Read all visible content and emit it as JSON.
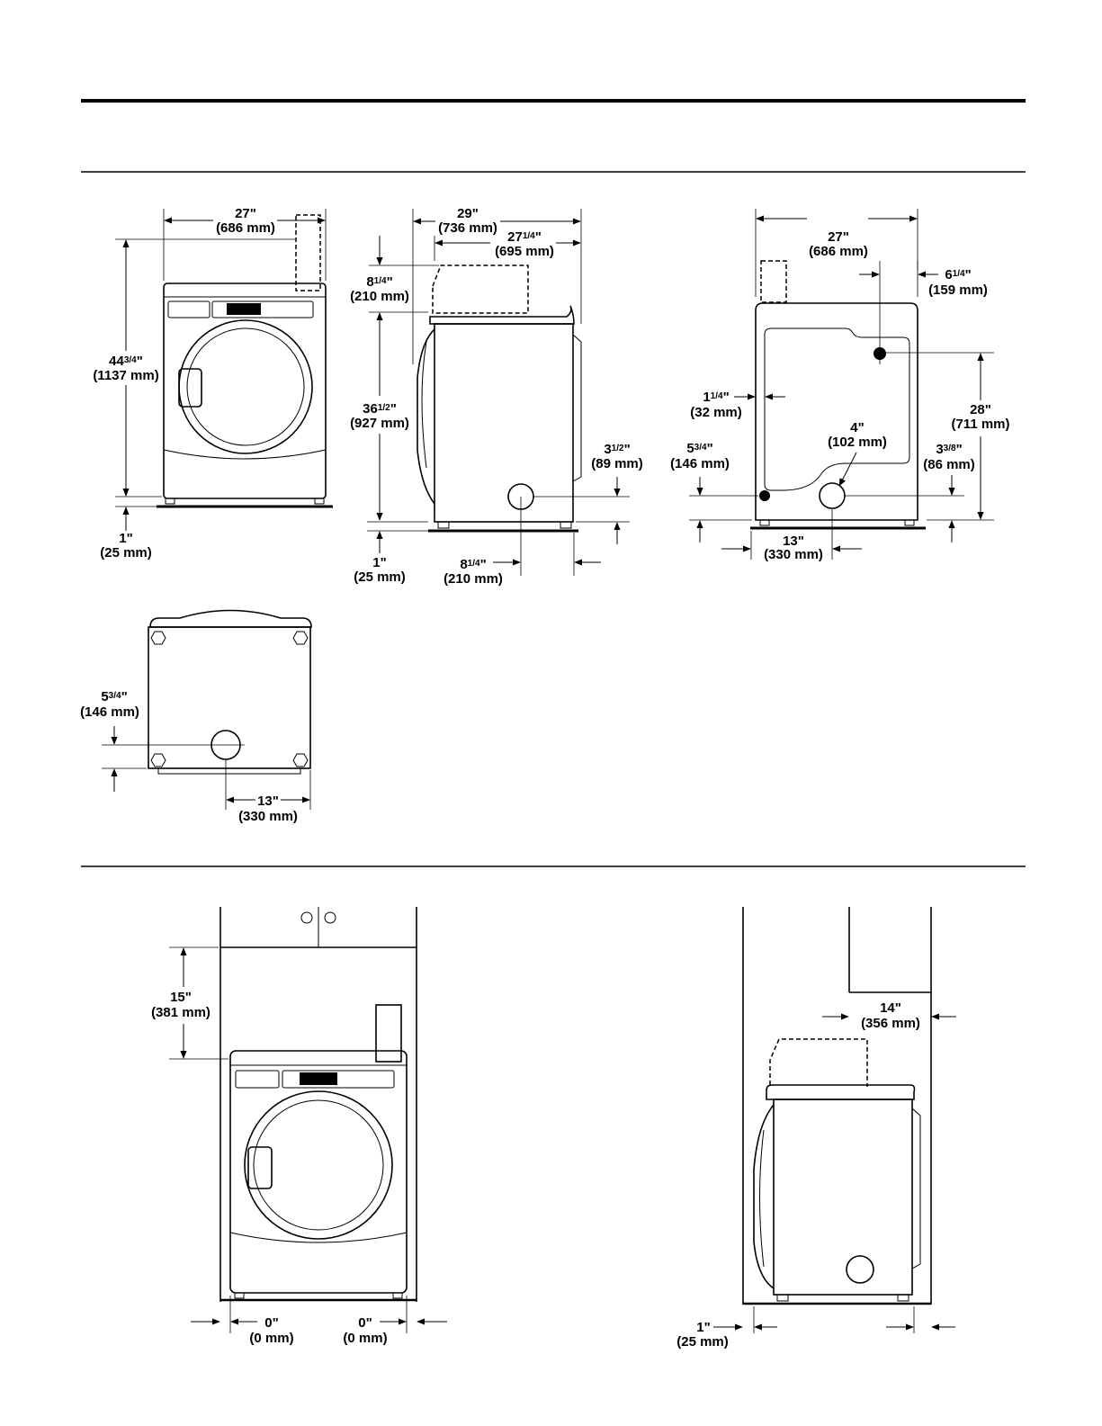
{
  "dimensions": {
    "front_width": {
      "in": "27\"",
      "mm": "(686 mm)"
    },
    "front_height": {
      "in_whole": "44",
      "in_frac": "3/4",
      "in_unit": "\"",
      "mm": "(1137 mm)"
    },
    "front_leg": {
      "in": "1\"",
      "mm": "(25 mm)"
    },
    "side_depth_total": {
      "in": "29\"",
      "mm": "(736 mm)"
    },
    "side_depth_cabinet": {
      "in_whole": "27",
      "in_frac": "1/4",
      "in_unit": "\"",
      "mm": "(695 mm)"
    },
    "side_vent_height": {
      "in_whole": "8",
      "in_frac": "1/4",
      "in_unit": "\"",
      "mm": "(210 mm)"
    },
    "side_cabinet_height": {
      "in_whole": "36",
      "in_frac": "1/2",
      "in_unit": "\"",
      "mm": "(927 mm)"
    },
    "side_leg": {
      "in": "1\"",
      "mm": "(25 mm)"
    },
    "side_exhaust_from_rear": {
      "in_whole": "8",
      "in_frac": "1/4",
      "in_unit": "\"",
      "mm": "(210 mm)"
    },
    "side_exhaust_height": {
      "in_whole": "3",
      "in_frac": "1/2",
      "in_unit": "\"",
      "mm": "(89 mm)"
    },
    "rear_width": {
      "in": "27\"",
      "mm": "(686 mm)"
    },
    "rear_vent_offset": {
      "in_whole": "6",
      "in_frac": "1/4",
      "in_unit": "\"",
      "mm": "(159 mm)"
    },
    "rear_left_offset": {
      "in_whole": "1",
      "in_frac": "1/4",
      "in_unit": "\"",
      "mm": "(32 mm)"
    },
    "rear_gas_height": {
      "in": "28\"",
      "mm": "(711 mm)"
    },
    "rear_exhaust_diameter": {
      "in": "4\"",
      "mm": "(102 mm)"
    },
    "rear_exhaust_height": {
      "in_whole": "5",
      "in_frac": "3/4",
      "in_unit": "\"",
      "mm": "(146 mm)"
    },
    "rear_power_height": {
      "in_whole": "3",
      "in_frac": "3/8",
      "in_unit": "\"",
      "mm": "(86 mm)"
    },
    "rear_exhaust_center": {
      "in": "13\"",
      "mm": "(330 mm)"
    },
    "bottom_exhaust_height": {
      "in_whole": "5",
      "in_frac": "3/4",
      "in_unit": "\"",
      "mm": "(146 mm)"
    },
    "bottom_exhaust_center": {
      "in": "13\"",
      "mm": "(330 mm)"
    },
    "install_top_clearance": {
      "in": "15\"",
      "mm": "(381 mm)"
    },
    "install_left_clearance": {
      "in": "0\"",
      "mm": "(0 mm)"
    },
    "install_right_clearance": {
      "in": "0\"",
      "mm": "(0 mm)"
    },
    "install_cabinet_depth": {
      "in": "14\"",
      "mm": "(356 mm)"
    },
    "install_rear_clearance": {
      "in": "1\"",
      "mm": "(25 mm)"
    }
  }
}
